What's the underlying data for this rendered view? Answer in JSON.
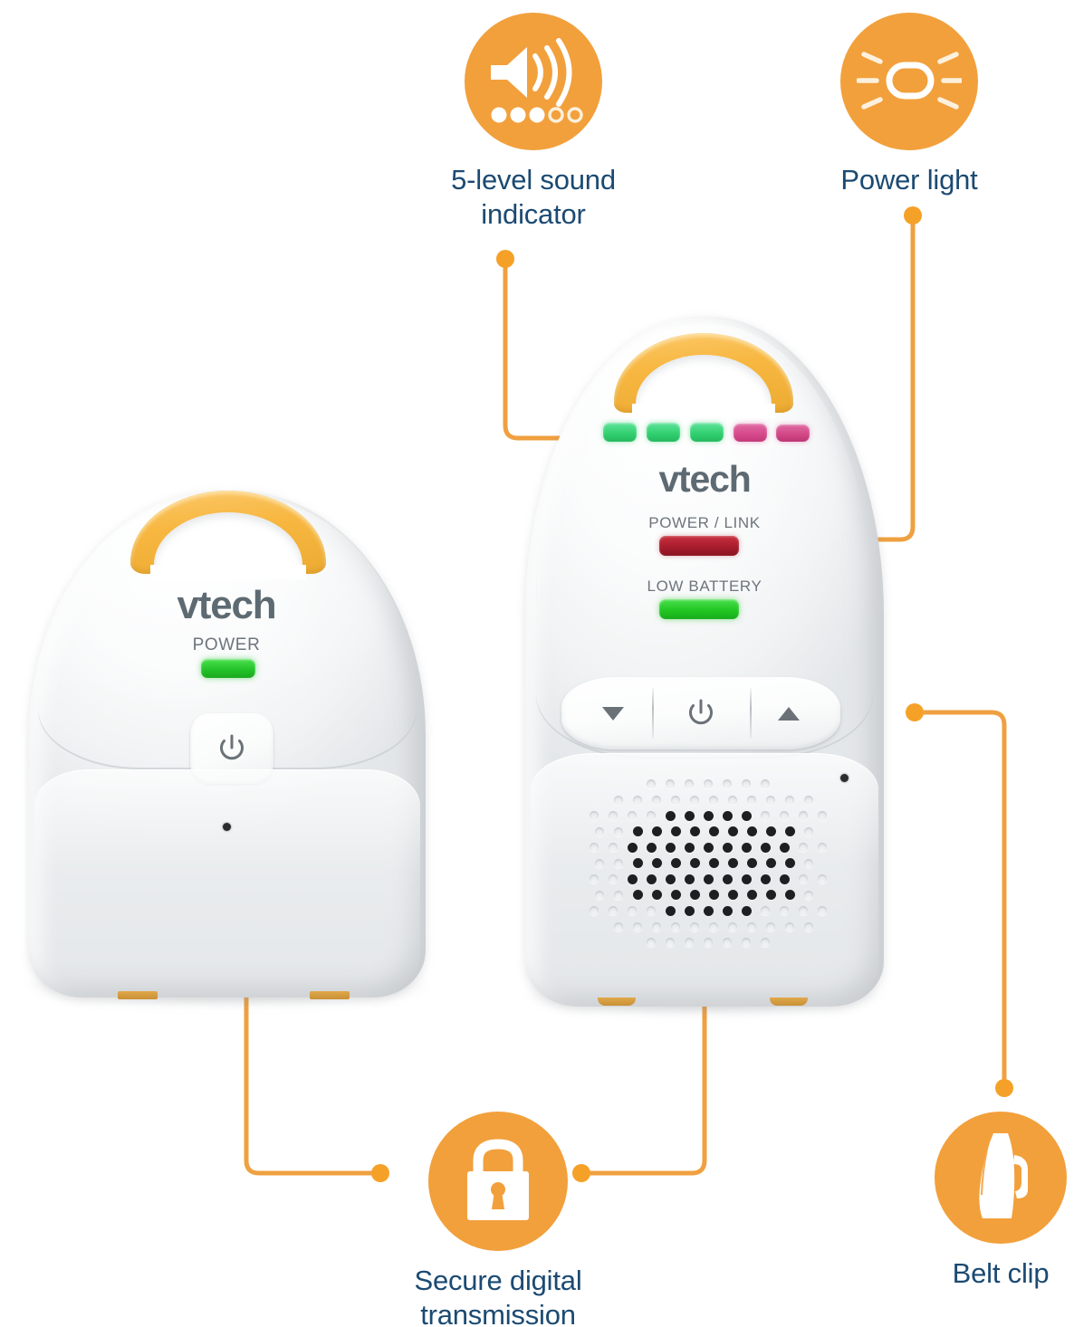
{
  "theme": {
    "accent_orange": "#f2a03c",
    "connector_orange": "#efa040",
    "label_blue": "#1b4a72",
    "device_body": "#f2f4f5",
    "handle_orange": "#f7b740",
    "led_green": "#2fcf6e",
    "led_pink": "#d6488a",
    "led_power_red": "#a81d2d",
    "led_battery_green": "#22c722",
    "led_power_left_green": "#25c52a",
    "device_text_gray": "#6d757c",
    "logo_gray": "#5e6a72",
    "background": "#ffffff"
  },
  "callouts": [
    {
      "id": "sound-indicator",
      "label": "5-level sound\nindicator",
      "icon": "speaker-waves-icon",
      "dots_filled": 3,
      "dots_outline": 2
    },
    {
      "id": "power-light",
      "label": "Power light",
      "icon": "lamp-rays-icon"
    },
    {
      "id": "secure-transmission",
      "label": "Secure digital\ntransmission",
      "icon": "padlock-icon"
    },
    {
      "id": "belt-clip",
      "label": "Belt clip",
      "icon": "belt-clip-icon"
    }
  ],
  "devices": {
    "parent_unit": {
      "name": "parent-unit",
      "brand": "vtech",
      "labels": [
        {
          "text": "POWER",
          "led_color": "#25c52a"
        }
      ],
      "buttons": [
        {
          "name": "power-button",
          "glyph": "power-symbol"
        }
      ]
    },
    "baby_unit": {
      "name": "baby-unit",
      "brand": "vtech",
      "sound_level_leds": [
        {
          "color": "#2fcf6e"
        },
        {
          "color": "#2fcf6e"
        },
        {
          "color": "#2fcf6e"
        },
        {
          "color": "#d6488a"
        },
        {
          "color": "#d6488a"
        }
      ],
      "labels": [
        {
          "text": "POWER / LINK",
          "led_color": "#a81d2d"
        },
        {
          "text": "LOW BATTERY",
          "led_color": "#22c722"
        }
      ],
      "buttons": [
        {
          "name": "volume-down-button",
          "glyph": "triangle-down"
        },
        {
          "name": "power-button",
          "glyph": "power-symbol"
        },
        {
          "name": "volume-up-button",
          "glyph": "triangle-up"
        }
      ]
    }
  }
}
